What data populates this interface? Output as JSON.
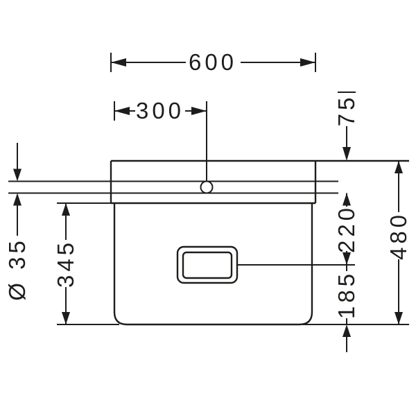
{
  "drawing": {
    "background_color": "#ffffff",
    "line_color": "#1d1d1b",
    "dimensions": {
      "overall_width": "600",
      "hole_offset": "300",
      "top_to_hole": "75",
      "overall_height": "480",
      "hole_to_drain": "220",
      "drain_to_bottom": "185",
      "basin_height": "345",
      "hole_diameter": "Ø 35"
    }
  }
}
